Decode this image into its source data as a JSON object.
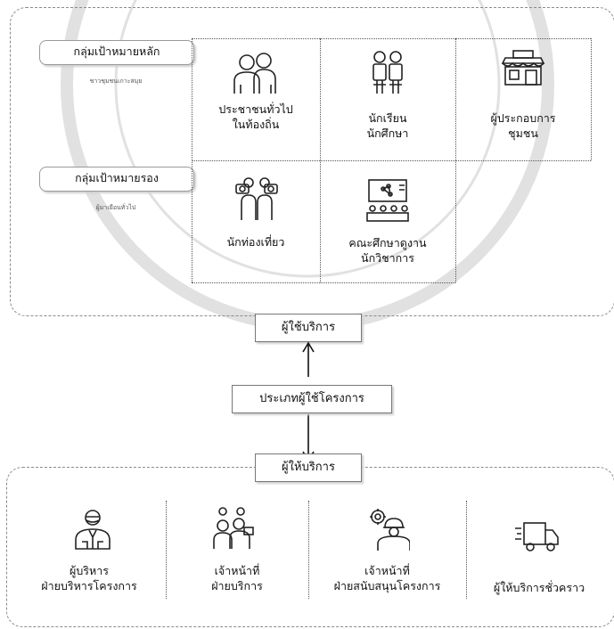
{
  "primary_group": {
    "label": "กลุ่มเป้าหมายหลัก",
    "sublabel": "ชาวชุมชนเกาะสมุย"
  },
  "secondary_group": {
    "label": "กลุ่มเป้าหมายรอง",
    "sublabel": "ผู้มาเยือนทั่วไป"
  },
  "primary_targets": [
    {
      "label": "ประชาชนทั่วไป\nในท้องถิ่น",
      "icon": "people-icon"
    },
    {
      "label": "นักเรียน\nนักศึกษา",
      "icon": "students-icon"
    },
    {
      "label": "ผู้ประกอบการ\nชุมชน",
      "icon": "shop-icon"
    }
  ],
  "secondary_targets": [
    {
      "label": "นักท่องเที่ยว",
      "icon": "tourists-icon"
    },
    {
      "label": "คณะศึกษาดูงาน\nนักวิชาการ",
      "icon": "lecture-icon"
    }
  ],
  "service_users_label": "ผู้ใช้บริการ",
  "user_types_label": "ประเภทผู้ใช้โครงการ",
  "service_providers_label": "ผู้ให้บริการ",
  "providers": [
    {
      "label": "ผู้บริหาร\nฝ่ายบริหารโครงการ",
      "icon": "manager-icon"
    },
    {
      "label": "เจ้าหน้าที่\nฝ่ายบริการ",
      "icon": "service-staff-icon"
    },
    {
      "label": "เจ้าหน้าที่\nฝ่ายสนับสนุนโครงการ",
      "icon": "engineer-icon"
    },
    {
      "label": "ผู้ให้บริการชั่วคราว",
      "icon": "truck-icon"
    }
  ]
}
